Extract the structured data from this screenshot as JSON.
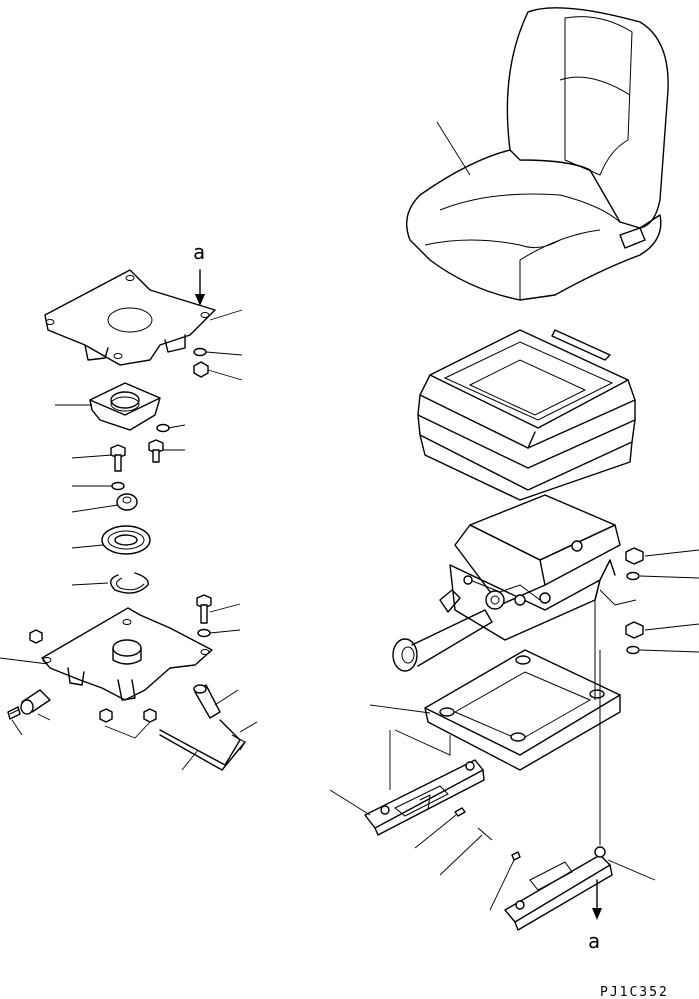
{
  "reference_marks": {
    "top": "a",
    "bottom": "a"
  },
  "drawing_code": "PJ1C352"
}
